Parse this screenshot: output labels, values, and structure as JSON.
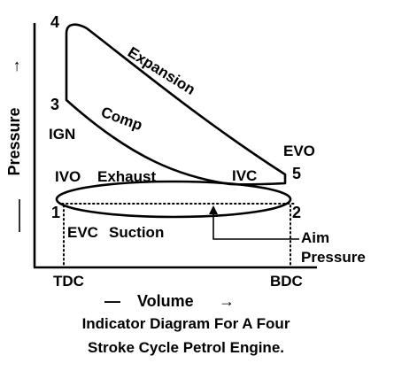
{
  "diagram": {
    "axes": {
      "y_label": "Pressure",
      "y_arrow": "→",
      "x_label": "Volume",
      "x_arrow_left": "—",
      "x_arrow_right": "→",
      "x_tick_left": "TDC",
      "x_tick_right": "BDC"
    },
    "points": {
      "p1": "1",
      "p2": "2",
      "p3": "3",
      "p4": "4",
      "p5": "5"
    },
    "labels": {
      "expansion": "Expansion",
      "comp": "Comp",
      "ign": "IGN",
      "evo": "EVO",
      "ivo": "IVO",
      "exhaust": "Exhaust",
      "ivc": "IVC",
      "evc": "EVC",
      "suction": "Suction",
      "aim_line1": "Aim",
      "aim_line2": "Pressure"
    },
    "caption": {
      "line1": "Indicator Diagram For A Four",
      "line2": "Stroke Cycle Petrol Engine."
    }
  }
}
